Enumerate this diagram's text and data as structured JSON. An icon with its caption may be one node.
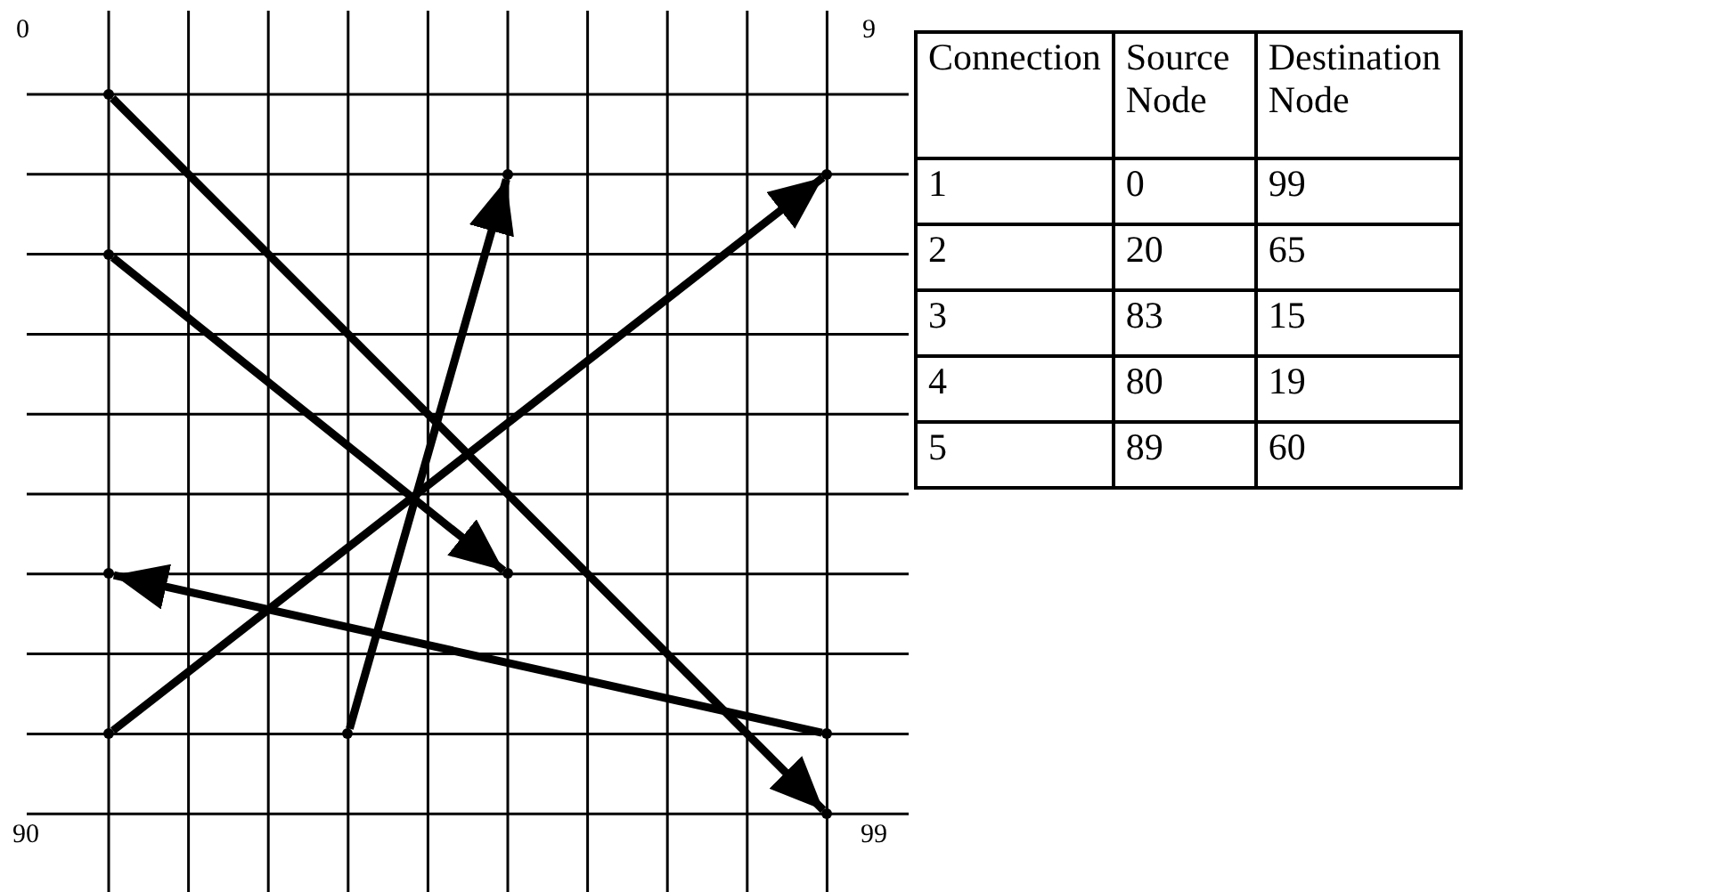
{
  "diagram": {
    "nodes": [
      {
        "text": [],
        "shape": "point"
      },
      {
        "text": [],
        "shape": "point"
      },
      {
        "text": [],
        "shape": "point"
      },
      {
        "text": [],
        "shape": "point"
      },
      {
        "text": [],
        "shape": "point"
      },
      {
        "text": [],
        "shape": "point"
      },
      {
        "text": [],
        "shape": "point"
      },
      {
        "text": [],
        "shape": "point"
      },
      {
        "text": [],
        "shape": "point"
      },
      {
        "text": [],
        "shape": "point"
      }
    ],
    "edges": [
      {
        "from": 0,
        "to": 9,
        "arrow": "to"
      },
      {
        "from": 3,
        "to": 5,
        "arrow": "to"
      },
      {
        "from": 7,
        "to": 1,
        "arrow": "to"
      },
      {
        "from": 6,
        "to": 2,
        "arrow": "to"
      },
      {
        "from": 8,
        "to": 4,
        "arrow": "to"
      }
    ],
    "labels": [
      "0",
      "9",
      "90",
      "99",
      "Connection",
      "Source Node",
      "Destination Node",
      "1",
      "0",
      "99",
      "2",
      "20",
      "65",
      "3",
      "83",
      "15",
      "4",
      "80",
      "19",
      "5",
      "89",
      "60"
    ]
  }
}
